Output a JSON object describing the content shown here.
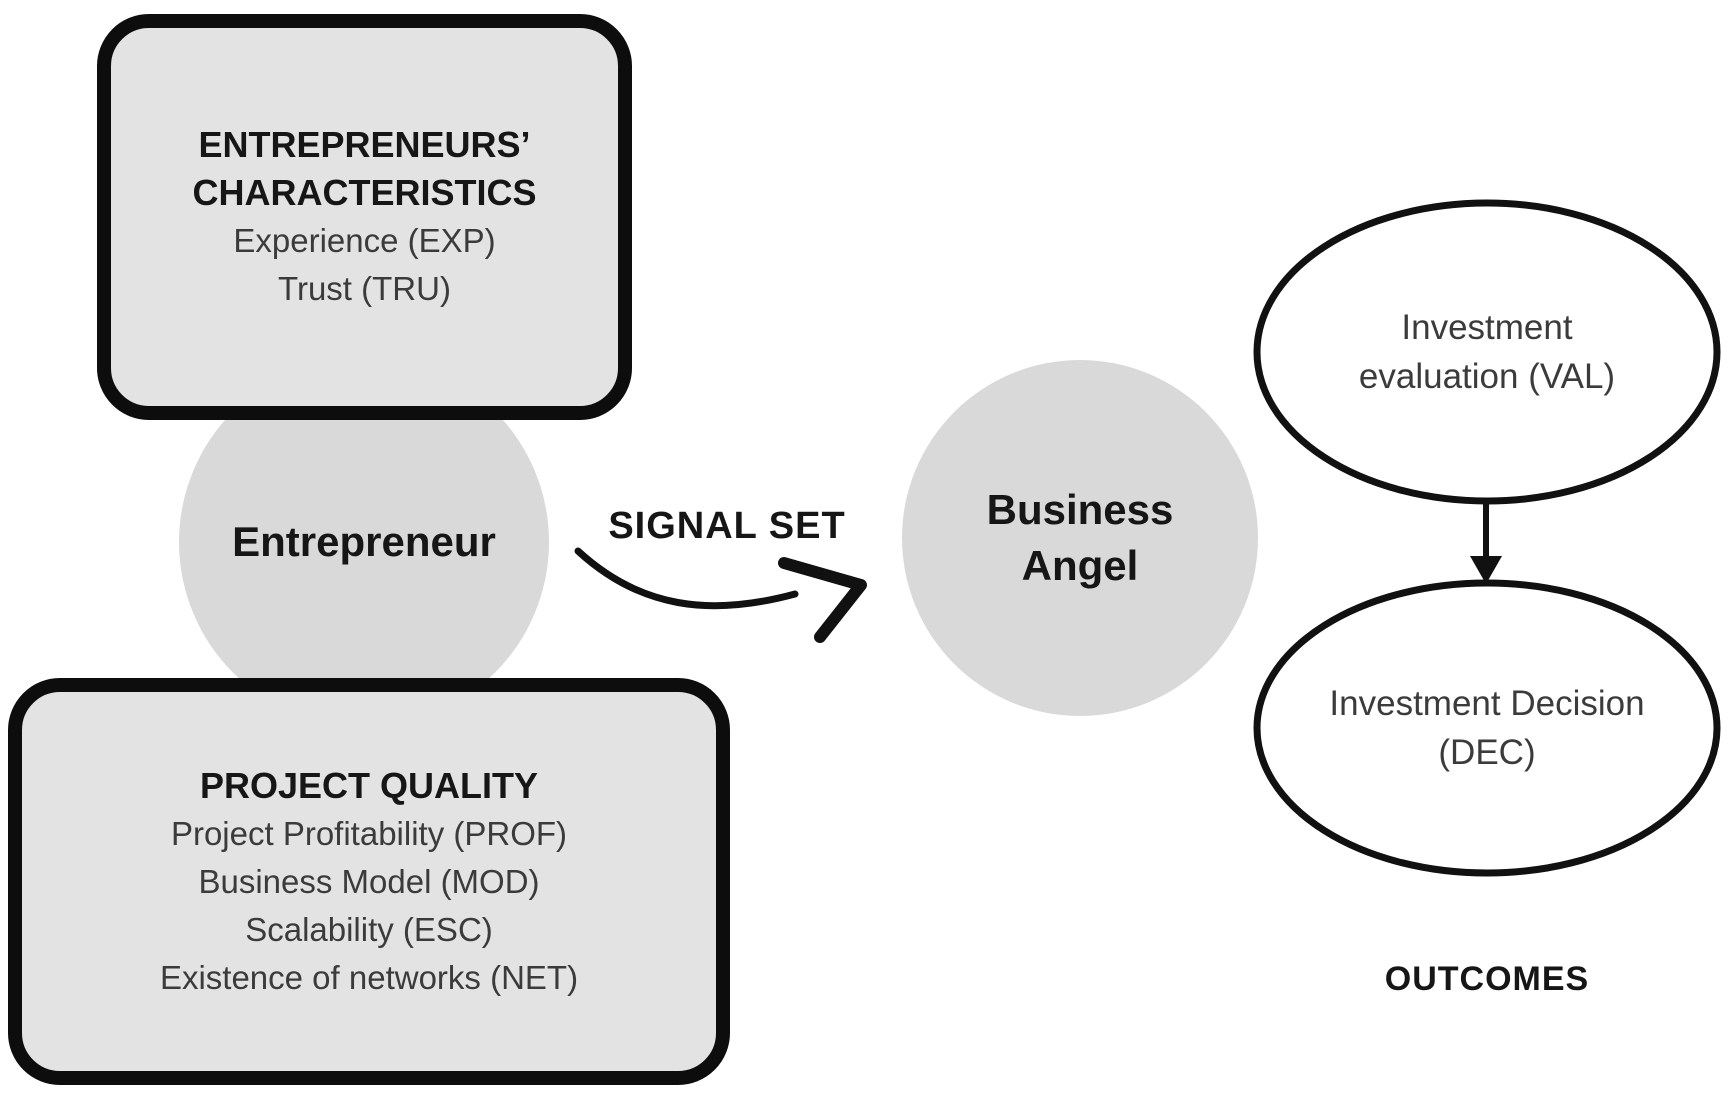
{
  "diagram": {
    "background_color": "#ffffff",
    "characteristics_box": {
      "title_line1": "ENTREPRENEURS’",
      "title_line2": "CHARACTERISTICS",
      "items": [
        "Experience (EXP)",
        "Trust (TRU)"
      ],
      "fill_color": "#e3e3e3",
      "border_color": "#0d0d0d"
    },
    "entrepreneur_circle": {
      "label": "Entrepreneur",
      "fill_color": "#d9d9d9"
    },
    "project_quality_box": {
      "title": "PROJECT QUALITY",
      "items": [
        "Project Profitability (PROF)",
        "Business Model (MOD)",
        "Scalability (ESC)",
        "Existence of networks (NET)"
      ],
      "fill_color": "#e3e3e3",
      "border_color": "#0d0d0d"
    },
    "signal_arrow_label": "SIGNAL SET",
    "business_angel_circle": {
      "label_line1": "Business",
      "label_line2": "Angel",
      "fill_color": "#d9d9d9"
    },
    "outcomes": {
      "evaluation_ellipse": {
        "line1": "Investment",
        "line2": "evaluation (VAL)"
      },
      "decision_ellipse": {
        "line1": "Investment Decision",
        "line2": "(DEC)"
      },
      "caption": "OUTCOMES",
      "stroke_color": "#111111"
    }
  }
}
